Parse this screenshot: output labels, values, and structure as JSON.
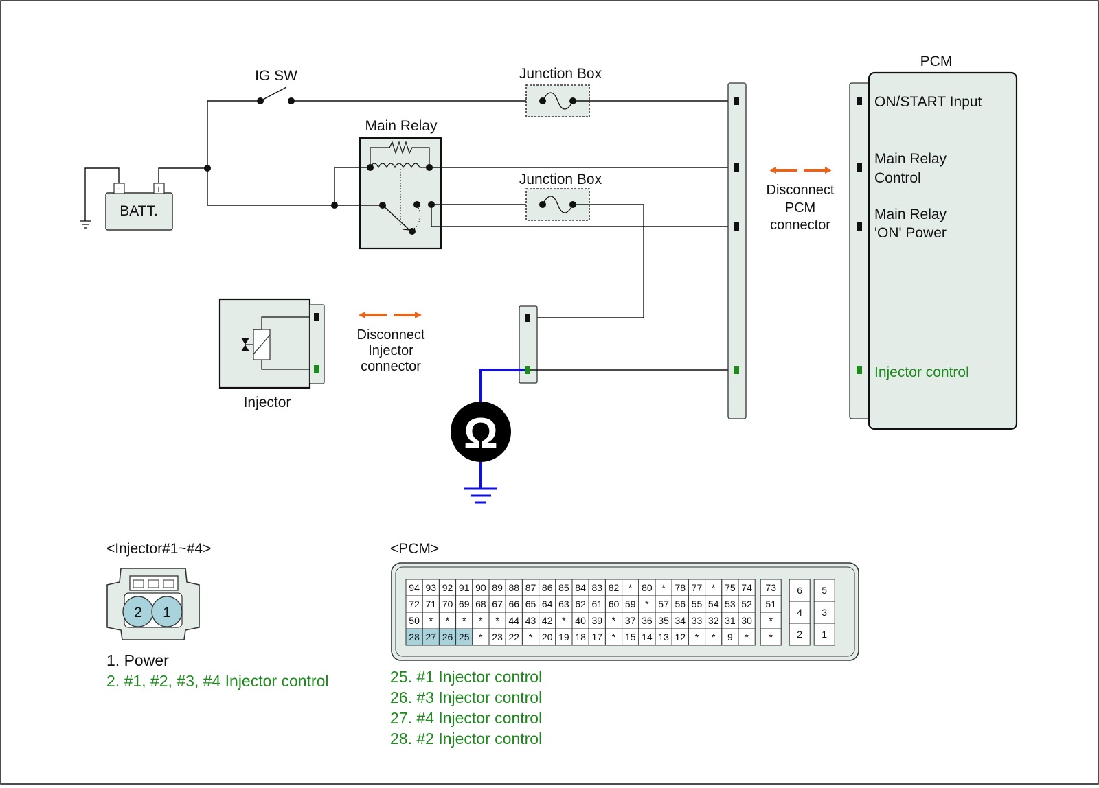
{
  "labels": {
    "ig_sw": "IG SW",
    "junction_box_1": "Junction Box",
    "junction_box_2": "Junction Box",
    "main_relay": "Main Relay",
    "batt": "BATT.",
    "batt_minus": "-",
    "batt_plus": "+",
    "injector": "Injector",
    "disconnect_injector": [
      "Disconnect",
      "Injector",
      "connector"
    ],
    "disconnect_pcm": [
      "Disconnect",
      "PCM",
      "connector"
    ],
    "pcm_title": "PCM",
    "ohm": "Ω"
  },
  "pcm_pins": {
    "on_start": "ON/START Input",
    "main_relay_control": [
      "Main Relay",
      "Control"
    ],
    "main_relay_on_power": [
      "Main Relay",
      "'ON' Power"
    ],
    "injector_control": "Injector control"
  },
  "injector_connector": {
    "title": "<Injector#1~#4>",
    "pins": [
      "2",
      "1"
    ],
    "legend": [
      {
        "text": "1. Power",
        "highlight": false
      },
      {
        "text": "2. #1, #2, #3, #4 Injector control",
        "highlight": true
      }
    ]
  },
  "pcm_connector": {
    "title": "<PCM>",
    "rows": [
      [
        "94",
        "93",
        "92",
        "91",
        "90",
        "89",
        "88",
        "87",
        "86",
        "85",
        "84",
        "83",
        "82",
        "*",
        "80",
        "*",
        "78",
        "77",
        "*",
        "75",
        "74"
      ],
      [
        "72",
        "71",
        "70",
        "69",
        "68",
        "67",
        "66",
        "65",
        "64",
        "63",
        "62",
        "61",
        "60",
        "59",
        "*",
        "57",
        "56",
        "55",
        "54",
        "53",
        "52"
      ],
      [
        "50",
        "*",
        "*",
        "*",
        "*",
        "*",
        "44",
        "43",
        "42",
        "*",
        "40",
        "39",
        "*",
        "37",
        "36",
        "35",
        "34",
        "33",
        "32",
        "31",
        "30"
      ],
      [
        "28",
        "27",
        "26",
        "25",
        "*",
        "23",
        "22",
        "*",
        "20",
        "19",
        "18",
        "17",
        "*",
        "15",
        "14",
        "13",
        "12",
        "*",
        "*",
        "9",
        "*"
      ]
    ],
    "col22": [
      "73",
      "51",
      "*",
      "*"
    ],
    "side_left": [
      "6",
      "4",
      "2"
    ],
    "side_right": [
      "5",
      "3",
      "1"
    ],
    "highlighted": [
      "25",
      "26",
      "27",
      "28"
    ],
    "legend": [
      {
        "text": "25. #1 Injector control",
        "highlight": true
      },
      {
        "text": "26. #3 Injector control",
        "highlight": true
      },
      {
        "text": "27. #4 Injector control",
        "highlight": true
      },
      {
        "text": "28. #2 Injector control",
        "highlight": true
      }
    ]
  },
  "colors": {
    "highlight_text": "#1e8a1e",
    "highlight_pin": "#a9d3dc",
    "arrow": "#e8641c",
    "meter_lead": "#1010d8",
    "connector_fill": "#e4ece8"
  }
}
